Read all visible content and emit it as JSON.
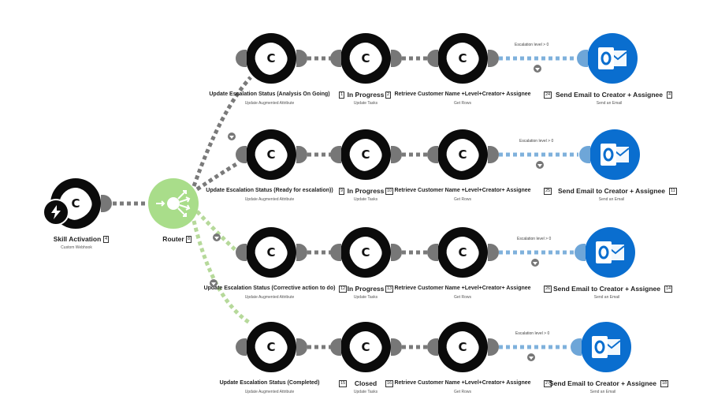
{
  "trigger": {
    "title": "Skill Activation",
    "id": "4",
    "sub": "Custom Webhook",
    "icon": "lightning-bolt-icon"
  },
  "router": {
    "title": "Router",
    "id": "8",
    "icon": "router-arrows-icon"
  },
  "routes": [
    {
      "status": {
        "title": "Update Escalation Status (Analysis On Going)",
        "id": "",
        "sub": "Update Augmented Attribute"
      },
      "progress": {
        "title": "In Progress",
        "id": "1",
        "id2": "2",
        "sub": "Update Tasks"
      },
      "retrieve": {
        "title": "Retrieve Customer Name +Level+Creator+ Assignee",
        "id": "24",
        "sub": "Get Rows"
      },
      "filter": {
        "label": "Escalation level > 0"
      },
      "email": {
        "title": "Send Email to Creator + Assignee",
        "id": "4",
        "sub": "Send an Email"
      }
    },
    {
      "status": {
        "title": "Update Escalation Status (Ready for escalation))",
        "id": "9",
        "sub": "Update Augmented Attribute"
      },
      "progress": {
        "title": "In Progress",
        "id": "10",
        "sub": "Update Tasks"
      },
      "retrieve": {
        "title": "Retrieve Customer Name +Level+Creator+ Assignee",
        "id": "25",
        "sub": "Get Rows"
      },
      "filter": {
        "label": "Escalation level > 0"
      },
      "email": {
        "title": "Send Email to Creator + Assignee",
        "id": "11",
        "sub": "Send an Email"
      }
    },
    {
      "status": {
        "title": "Update Escalation Status (Corrective action to do)",
        "id": "12",
        "sub": "Update Augmented Attribute"
      },
      "progress": {
        "title": "In Progress",
        "id": "13",
        "sub": "Update Tasks"
      },
      "retrieve": {
        "title": "Retrieve Customer Name +Level+Creator+ Assignee",
        "id": "26",
        "sub": "Get Rows"
      },
      "filter": {
        "label": "Escalation level > 0"
      },
      "email": {
        "title": "Send Email to Creator + Assignee",
        "id": "14",
        "sub": "Send an Email"
      }
    },
    {
      "status": {
        "title": "Update Escalation Status (Completed)",
        "id": "15",
        "sub": "Update Augmented Attribute"
      },
      "progress": {
        "title": "Closed",
        "id": "16",
        "sub": "Update Tasks"
      },
      "retrieve": {
        "title": "Retrieve Customer Name +Level+Creator+ Assignee",
        "id": "27",
        "sub": "Get Rows"
      },
      "filter": {
        "label": "Escalation level > 0"
      },
      "email": {
        "title": "Send Email to Creator + Assignee",
        "id": "18",
        "sub": "Send an Email"
      }
    }
  ],
  "colors": {
    "dark_node": "#0b0b0b",
    "router": "#a9dd8a",
    "outlook": "#0a6ecf",
    "link_gray": "#7a7a7a",
    "link_green": "#b6d99a",
    "link_blue": "#7fb1dc"
  },
  "node_letter": "C"
}
